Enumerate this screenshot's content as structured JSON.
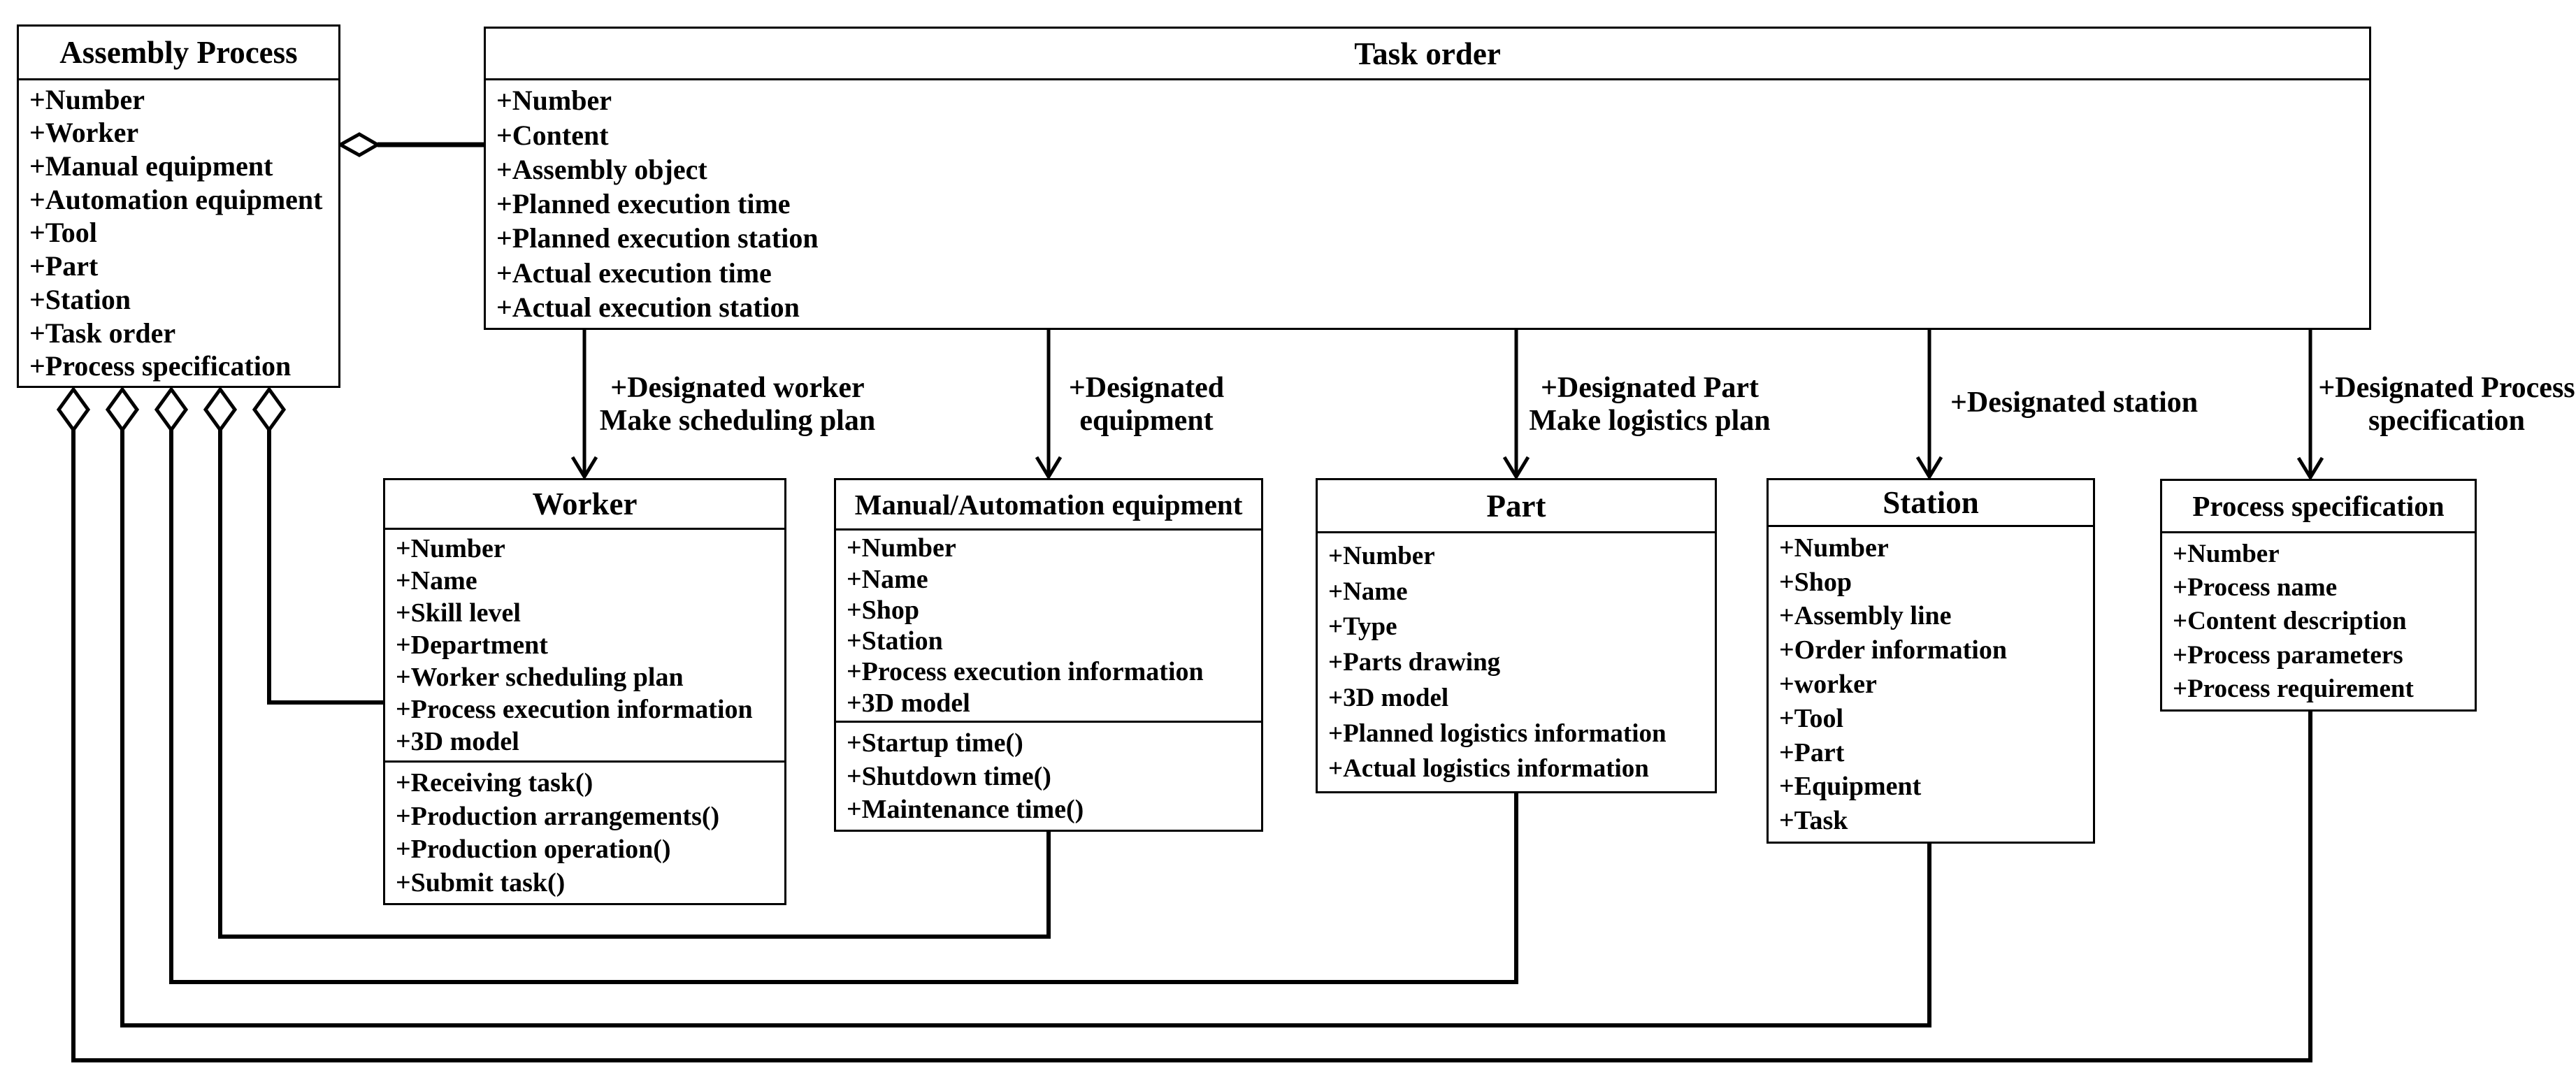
{
  "page": {
    "background": "#ffffff",
    "line_color": "#000000"
  },
  "classes": {
    "assembly_process": {
      "title": "Assembly Process",
      "attributes": [
        "+Number",
        "+Worker",
        "+Manual equipment",
        "+Automation equipment",
        "+Tool",
        "+Part",
        "+Station",
        "+Task order",
        "+Process specification"
      ]
    },
    "task_order": {
      "title": "Task order",
      "attributes": [
        "+Number",
        "+Content",
        "+Assembly object",
        "+Planned execution time",
        "+Planned execution station",
        "+Actual execution time",
        "+Actual execution station"
      ]
    },
    "worker": {
      "title": "Worker",
      "attributes": [
        "+Number",
        "+Name",
        "+Skill level",
        "+Department",
        "+Worker scheduling plan",
        "+Process execution information",
        "+3D model"
      ],
      "methods": [
        "+Receiving task()",
        "+Production arrangements()",
        "+Production operation()",
        "+Submit task()"
      ]
    },
    "equipment": {
      "title": "Manual/Automation equipment",
      "attributes": [
        "+Number",
        "+Name",
        "+Shop",
        "+Station",
        "+Process execution information",
        "+3D model"
      ],
      "methods": [
        "+Startup time()",
        "+Shutdown time()",
        "+Maintenance time()"
      ]
    },
    "part": {
      "title": "Part",
      "attributes": [
        "+Number",
        "+Name",
        "+Type",
        "+Parts drawing",
        "+3D model",
        "+Planned logistics information",
        "+Actual logistics information"
      ]
    },
    "station": {
      "title": "Station",
      "attributes": [
        "+Number",
        "+Shop",
        "+Assembly line",
        "+Order information",
        "+worker",
        "+Tool",
        "+Part",
        "+Equipment",
        "+Task"
      ]
    },
    "process_specification": {
      "title": "Process specification",
      "attributes": [
        "+Number",
        "+Process name",
        "+Content description",
        "+Process parameters",
        "+Process requirement"
      ]
    }
  },
  "edge_labels": {
    "worker": {
      "line1": "+Designated worker",
      "line2": "Make scheduling plan"
    },
    "equipment": {
      "line1": "+Designated",
      "line2": "equipment"
    },
    "part": {
      "line1": "+Designated Part",
      "line2": "Make logistics plan"
    },
    "station": {
      "line1": "+Designated station"
    },
    "process_specification": {
      "line1": "+Designated Process",
      "line2": "specification"
    }
  }
}
